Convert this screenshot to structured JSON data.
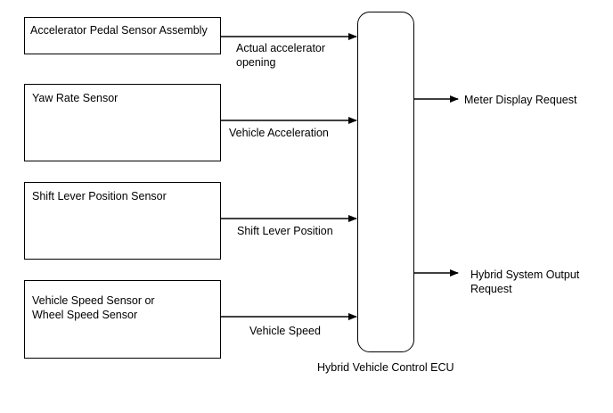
{
  "diagram": {
    "sensors": [
      {
        "label": "Accelerator Pedal Sensor Assembly",
        "signal": "Actual accelerator\nopening"
      },
      {
        "label": "Yaw Rate Sensor",
        "signal": "Vehicle Acceleration"
      },
      {
        "label": "Shift Lever Position Sensor",
        "signal": "Shift Lever Position"
      },
      {
        "label": "Vehicle Speed Sensor or\nWheel Speed Sensor",
        "signal": "Vehicle Speed"
      }
    ],
    "ecu": {
      "label": "Hybrid Vehicle Control ECU"
    },
    "outputs": [
      {
        "label": "Meter Display Request"
      },
      {
        "label": "Hybrid System Output\nRequest"
      }
    ]
  }
}
